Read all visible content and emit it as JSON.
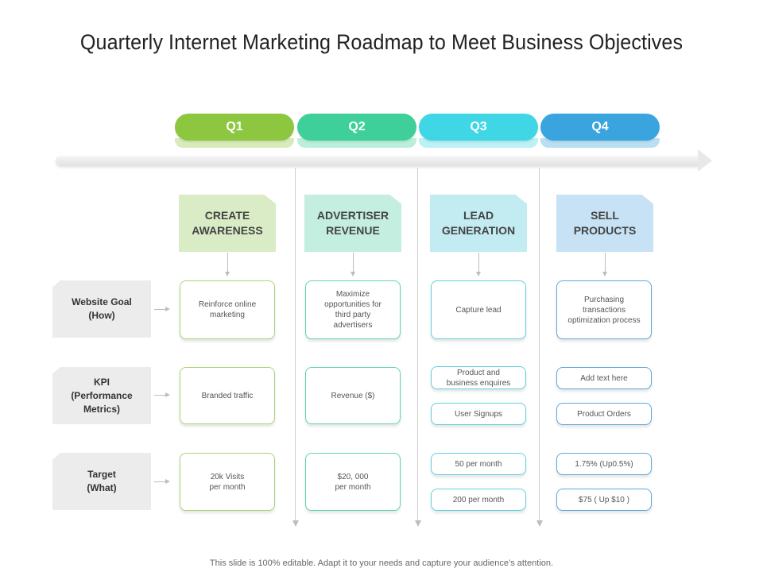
{
  "title": "Quarterly Internet Marketing Roadmap to Meet Business Objectives",
  "colors": {
    "q1": "#8dc63f",
    "q2": "#3ecf9a",
    "q3": "#3fd6e6",
    "q4": "#3aa4de",
    "obj1_bg": "#d9ecc5",
    "obj2_bg": "#c4eee0",
    "obj3_bg": "#c2ecf2",
    "obj4_bg": "#c6e2f4",
    "card1_border": "#a9d473",
    "card2_border": "#5fd6ae",
    "card3_border": "#5dd2e0",
    "card4_border": "#5ba9dc"
  },
  "quarters": [
    {
      "label": "Q1",
      "objective": "CREATE\nAWARENESS"
    },
    {
      "label": "Q2",
      "objective": "ADVERTISER\nREVENUE"
    },
    {
      "label": "Q3",
      "objective": "LEAD\nGENERATION"
    },
    {
      "label": "Q4",
      "objective": "SELL\nPRODUCTS"
    }
  ],
  "rows": [
    {
      "label": "Website Goal\n(How)"
    },
    {
      "label": "KPI\n(Performance\nMetrics)"
    },
    {
      "label": "Target\n(What)"
    }
  ],
  "cells": {
    "goal": [
      "Reinforce online\nmarketing",
      "Maximize\nopportunities for\nthird party\nadvertisers",
      "Capture lead",
      "Purchasing\ntransactions\noptimization process"
    ],
    "kpi": {
      "q1": "Branded traffic",
      "q2": "Revenue ($)",
      "q3": [
        "Product and\nbusiness enquires",
        "User Signups"
      ],
      "q4": [
        "Add text here",
        "Product Orders"
      ]
    },
    "target": {
      "q1": "20k Visits\nper month",
      "q2": "$20, 000\nper month",
      "q3": [
        "50 per month",
        "200 per month"
      ],
      "q4": [
        "1.75% (Up0.5%)",
        "$75 ( Up $10 )"
      ]
    }
  },
  "footer": "This slide is 100% editable. Adapt it to your needs and capture your audience’s attention."
}
